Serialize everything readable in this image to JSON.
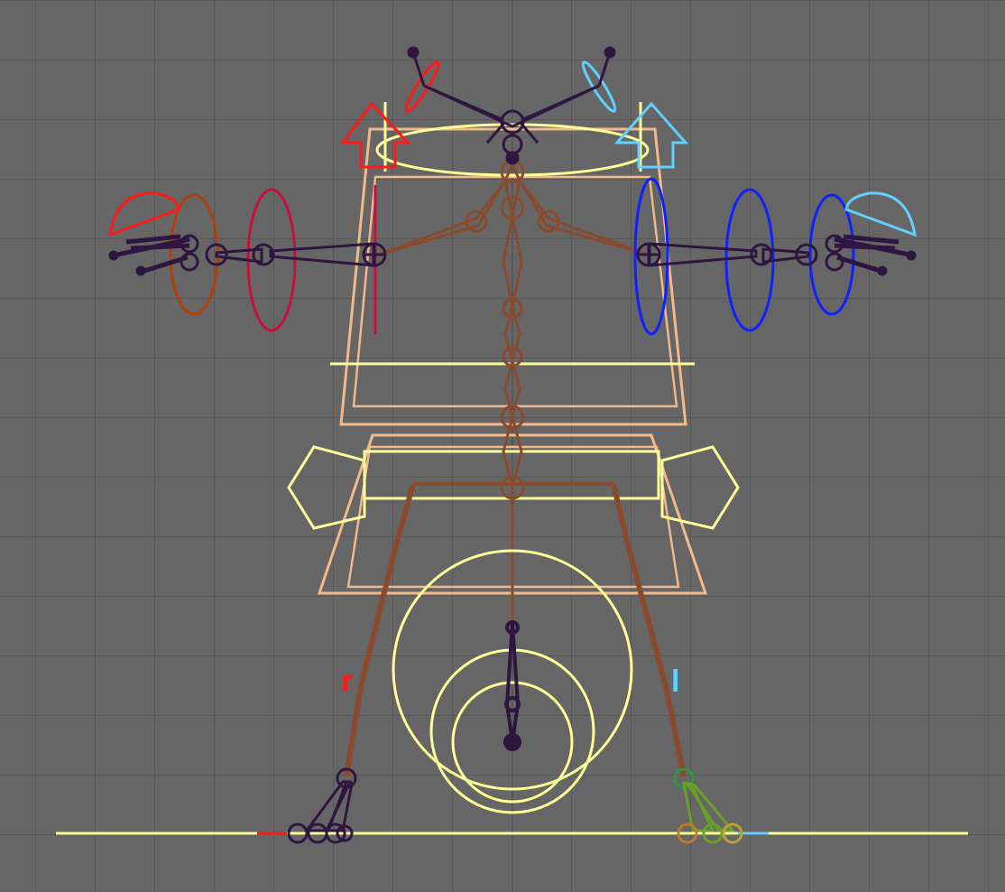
{
  "scene": {
    "labels": {
      "right_side": "r",
      "left_side": "l"
    }
  },
  "colors": {
    "background": "#666666",
    "grid": "#575757",
    "bone": "#8a4a2e",
    "deform_joint": "#2e1640",
    "control_yellow": "#ffff99",
    "control_peach": "#f2b98a",
    "right_control": "#ff1a1a",
    "right_control_dark": "#c41040",
    "left_control": "#5fd0ff",
    "left_control_dark": "#1020ff",
    "elbow_right": "#b0400a",
    "foot_left_a": "#6aa02a",
    "foot_left_b": "#c07a2a",
    "foot_left_ring": "#2a9a40"
  },
  "icons": {
    "right_hand_flip": "red-half-disc",
    "left_hand_flip": "blue-half-disc",
    "fk_ik_right": "red-arrow-switch",
    "fk_ik_left": "blue-arrow-switch"
  }
}
